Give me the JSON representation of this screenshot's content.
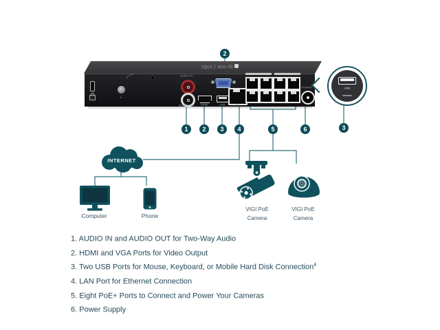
{
  "colors": {
    "accent_teal": "#0f525e",
    "line_teal": "#2f6f7b",
    "badge_teal": "#0d4b59",
    "device_black": "#1b1b1d",
    "vga_blue": "#5e77bd",
    "audio_red": "#a42b31",
    "text_dark": "#264a5b"
  },
  "device": {
    "brand": "tp-link | VIGI",
    "port_labels": {
      "audio_in": "AUDIO IN",
      "audio_out": "AUDIO OUT",
      "hdmi": "HDMI",
      "usb": "USB",
      "lan": "LAN",
      "power": "POWER"
    }
  },
  "callouts": {
    "c1": "1",
    "c2_top": "2",
    "c2": "2",
    "c3": "3",
    "c4": "4",
    "c5": "5",
    "c6": "6",
    "c3_zoom": "3"
  },
  "usb_inset": {
    "label": "USB"
  },
  "network": {
    "cloud_label": "INTERNET",
    "computer_label": "Computer",
    "phone_label": "Phone"
  },
  "cameras": {
    "bullet": {
      "line1": "VIGI PoE",
      "line2": "Camera"
    },
    "dome": {
      "line1": "VIGI PoE",
      "line2": "Camera"
    }
  },
  "legend": {
    "items": [
      {
        "num": "1.",
        "text": "AUDIO IN and AUDIO OUT for Two-Way Audio"
      },
      {
        "num": "2.",
        "text": "HDMI and VGA Ports for Video Output"
      },
      {
        "num": "3.",
        "text": "Two USB Ports for Mouse, Keyboard, or Mobile Hard Disk Connection",
        "sup": "4"
      },
      {
        "num": "4.",
        "text": "LAN Port for Ethernet Connection"
      },
      {
        "num": "5.",
        "text": "Eight PoE+ Ports to Connect and Power Your Cameras"
      },
      {
        "num": "6.",
        "text": "Power Supply"
      }
    ]
  }
}
